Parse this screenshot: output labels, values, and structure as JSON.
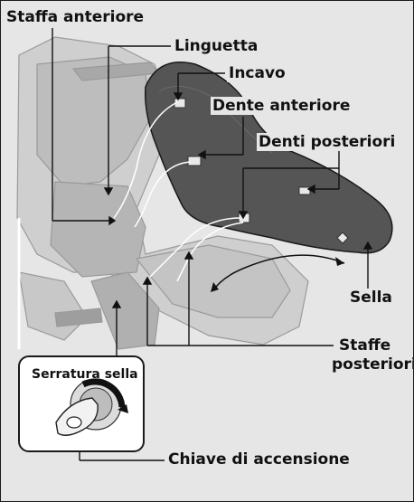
{
  "labels": {
    "front_bracket": "Staffa anteriore",
    "tab": "Linguetta",
    "groove": "Incavo",
    "front_tooth": "Dente anteriore",
    "rear_teeth": "Denti posteriori",
    "seat": "Sella",
    "rear_brackets_line1": "Staffe",
    "rear_brackets_line2": "posteriori",
    "seat_lock": "Serratura sella",
    "ignition_key": "Chiave di accensione"
  },
  "colors": {
    "background": "#e6e6e6",
    "seat": "#555555",
    "outline": "#1a1a1a",
    "leader": "#111111"
  }
}
